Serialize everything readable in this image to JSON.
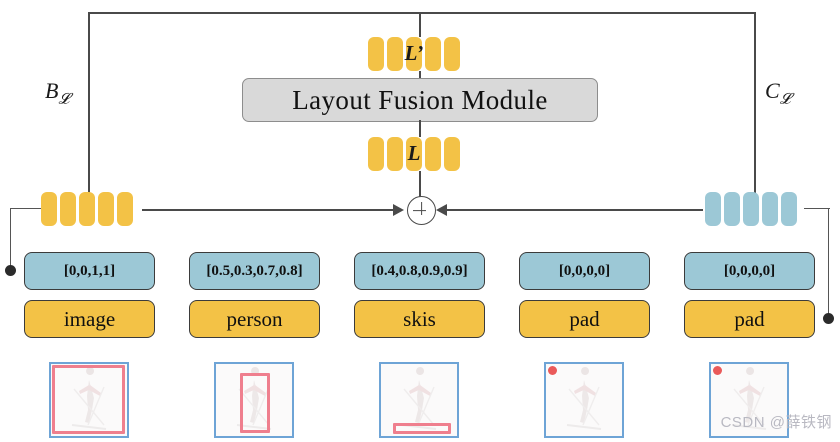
{
  "figure": {
    "title": "Layout Fusion Module pipeline diagram",
    "fusion_module_label": "Layout Fusion Module",
    "top_token_label": "L’",
    "bottom_token_label": "L",
    "left_branch_label": "B",
    "left_branch_sub": "𝓛",
    "right_branch_label": "C",
    "right_branch_sub": "𝓛",
    "sum_node_symbol": "+",
    "watermark": "CSDN @薛铁钢"
  },
  "colors": {
    "token_yellow": "#f3c246",
    "token_blue": "#9cc8d6",
    "cell_border": "#3b3b3b",
    "fusion_fill": "#d9d9d9",
    "fusion_border": "#8d8d8d",
    "wire": "#4a4a4a",
    "thumb_border": "#6ea4d6",
    "bbox_red": "#ef7f8e",
    "dot_red": "#ea5a5a"
  },
  "token_strips": {
    "top": {
      "count": 5,
      "color": "yellow",
      "label": "L’"
    },
    "middle": {
      "count": 5,
      "color": "yellow",
      "label": "L"
    },
    "left": {
      "count": 5,
      "color": "yellow",
      "label": ""
    },
    "right": {
      "count": 5,
      "color": "blue",
      "label": ""
    }
  },
  "columns": [
    {
      "coords": "[0,0,1,1]",
      "label": "image",
      "box": "full",
      "dot": false
    },
    {
      "coords": "[0.5,0.3,0.7,0.8]",
      "label": "person",
      "box": "person",
      "dot": false
    },
    {
      "coords": "[0.4,0.8,0.9,0.9]",
      "label": "skis",
      "box": "skis",
      "dot": false
    },
    {
      "coords": "[0,0,0,0]",
      "label": "pad",
      "box": "none",
      "dot": true
    },
    {
      "coords": "[0,0,0,0]",
      "label": "pad",
      "box": "none",
      "dot": true
    }
  ]
}
